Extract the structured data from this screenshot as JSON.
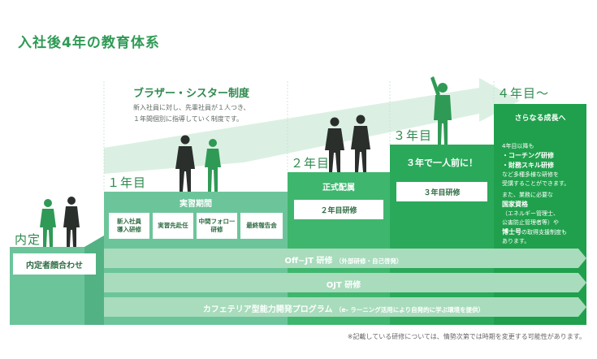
{
  "title": "入社後4年の教育体系",
  "brother_sister": {
    "title": "ブラザー・シスター制度",
    "desc_line1": "新入社員に対し、先輩社員が１人つき、",
    "desc_line2": "１年間個別に指導していく制度です。"
  },
  "stages": {
    "naitei": {
      "label": "内定",
      "box": "内定者顔合わせ"
    },
    "year1": {
      "label": "１年目",
      "period": "実習期間",
      "items": [
        "新入社員\n導入研修",
        "実習先赴任",
        "中間フォロー\n研修",
        "最終報告会"
      ]
    },
    "year2": {
      "label": "２年目",
      "heading": "正式配属",
      "box": "２年目研修"
    },
    "year3": {
      "label": "３年目",
      "heading": "３年で一人前に！",
      "box": "３年目研修"
    },
    "year4": {
      "label": "４年目～",
      "heading": "さらなる成長へ",
      "lead": "4年目以降も",
      "bullet1": "・コーチング研修",
      "bullet2": "・財務スキル研修",
      "text1": "など多種多様な研修を",
      "text2": "受講することができます。",
      "text3": "また、業務に必要な",
      "kokka": "国家資格",
      "text4": "（エネルギー管理士、",
      "text5": "公害防止管理者等）や",
      "hakase": "博士号",
      "text6": "の取得支援制度も",
      "text7": "あります。"
    }
  },
  "bands": {
    "offjt": {
      "main": "Off−JT 研修",
      "sub": "（外部研修・自己啓発）"
    },
    "ojt": {
      "main": "OJT 研修"
    },
    "cafeteria": {
      "main": "カフェテリア型能力開発プログラム",
      "sub": "（e- ラーニング活用により自発的に学ぶ環境を提供）"
    }
  },
  "footnote": "※記載している研修については、情勢次第では時期を変更する可能性があります。",
  "colors": {
    "green_light": "#6cc59a",
    "green_mid": "#3fb66e",
    "green_dark": "#20a04c",
    "green_pale": "#dbf0e3",
    "arrow_band": "#a8dcbc",
    "figure": "#2a2f2c",
    "figure_green": "#2f9a55"
  }
}
